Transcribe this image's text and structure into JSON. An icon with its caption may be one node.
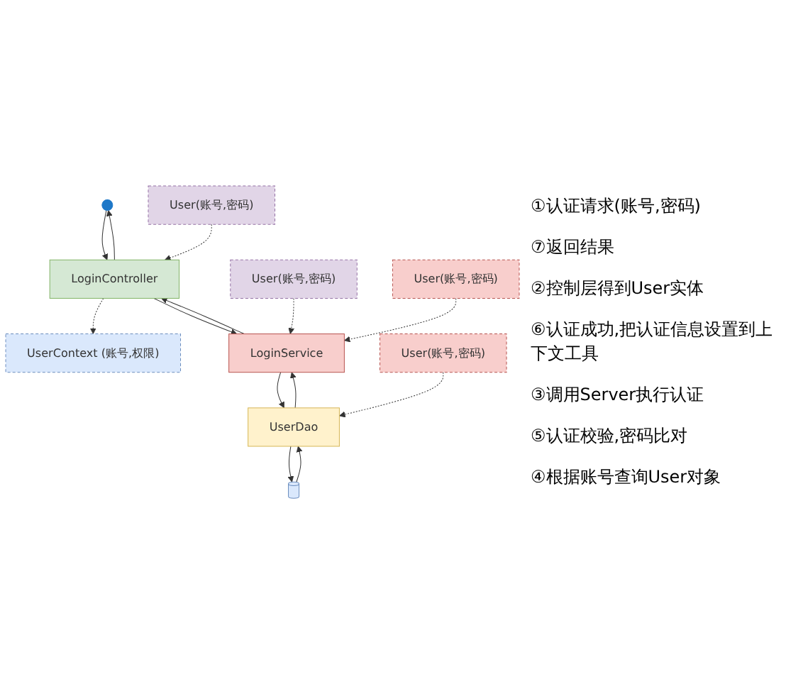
{
  "diagram": {
    "nodes": [
      {
        "text": [],
        "shape": "person"
      },
      {
        "text": [
          "LoginController"
        ]
      },
      {
        "text": [
          "UserContext (账号,权限)"
        ]
      },
      {
        "text": [
          "User(账号,密码)"
        ]
      },
      {
        "text": [
          "LoginService"
        ]
      },
      {
        "text": [
          "User(账号,密码)"
        ]
      },
      {
        "text": [
          "User(账号,密码)"
        ]
      },
      {
        "text": [
          "UserDao"
        ]
      },
      {
        "text": [
          "User(账号,密码)"
        ]
      },
      {
        "text": [],
        "shape": "cylinder"
      }
    ],
    "edges": [
      {
        "from": 0,
        "to": 1,
        "arrow": "to"
      },
      {
        "from": 1,
        "to": 0,
        "arrow": "to"
      },
      {
        "from": 3,
        "to": 1,
        "arrow": "to",
        "style": "dashed"
      },
      {
        "from": 1,
        "to": 2,
        "arrow": "to",
        "style": "dashed"
      },
      {
        "from": 1,
        "to": 4,
        "arrow": "to"
      },
      {
        "from": 4,
        "to": 1,
        "arrow": "to"
      },
      {
        "from": 5,
        "to": 4,
        "arrow": "to",
        "style": "dashed"
      },
      {
        "from": 6,
        "to": 4,
        "arrow": "to",
        "style": "dashed"
      },
      {
        "from": 4,
        "to": 7,
        "arrow": "to"
      },
      {
        "from": 7,
        "to": 4,
        "arrow": "to"
      },
      {
        "from": 8,
        "to": 7,
        "arrow": "to",
        "style": "dashed"
      },
      {
        "from": 7,
        "to": 9,
        "arrow": "to"
      },
      {
        "from": 9,
        "to": 7,
        "arrow": "to"
      }
    ],
    "labels": [
      "①认证请求(账号,密码)",
      "⑦返回结果",
      "②控制层得到User实体",
      "⑥认证成功,把认证信息设置到上下文工具",
      "③调用Server执行认证",
      "⑤认证校验,密码比对",
      "④根据账号查询User对象"
    ]
  }
}
